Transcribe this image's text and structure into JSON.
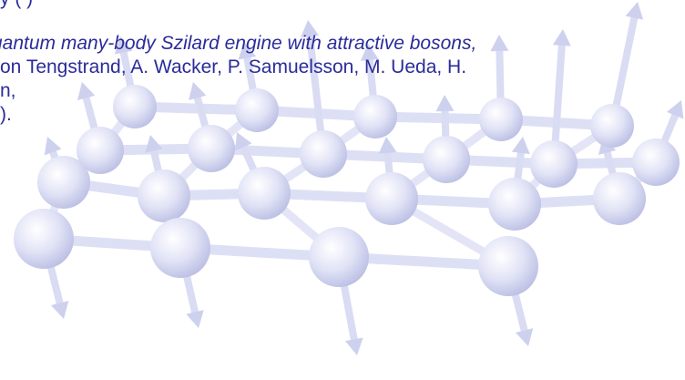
{
  "reference": {
    "top_fragment": "y                                 (      )",
    "title_fragment": "uantum many-body Szilard engine with attractive bosons,",
    "authors_fragment": "on Tengstrand, A. Wacker, P. Samuelsson, M. Ueda, H.",
    "line3_fragment": "n,",
    "line4_fragment": ")."
  },
  "colors": {
    "text": "#2b2b9a",
    "sphere_light": "#ffffff",
    "sphere_dark": "#b7bbe3",
    "rod": "#dde0f5",
    "background": "#ffffff"
  }
}
